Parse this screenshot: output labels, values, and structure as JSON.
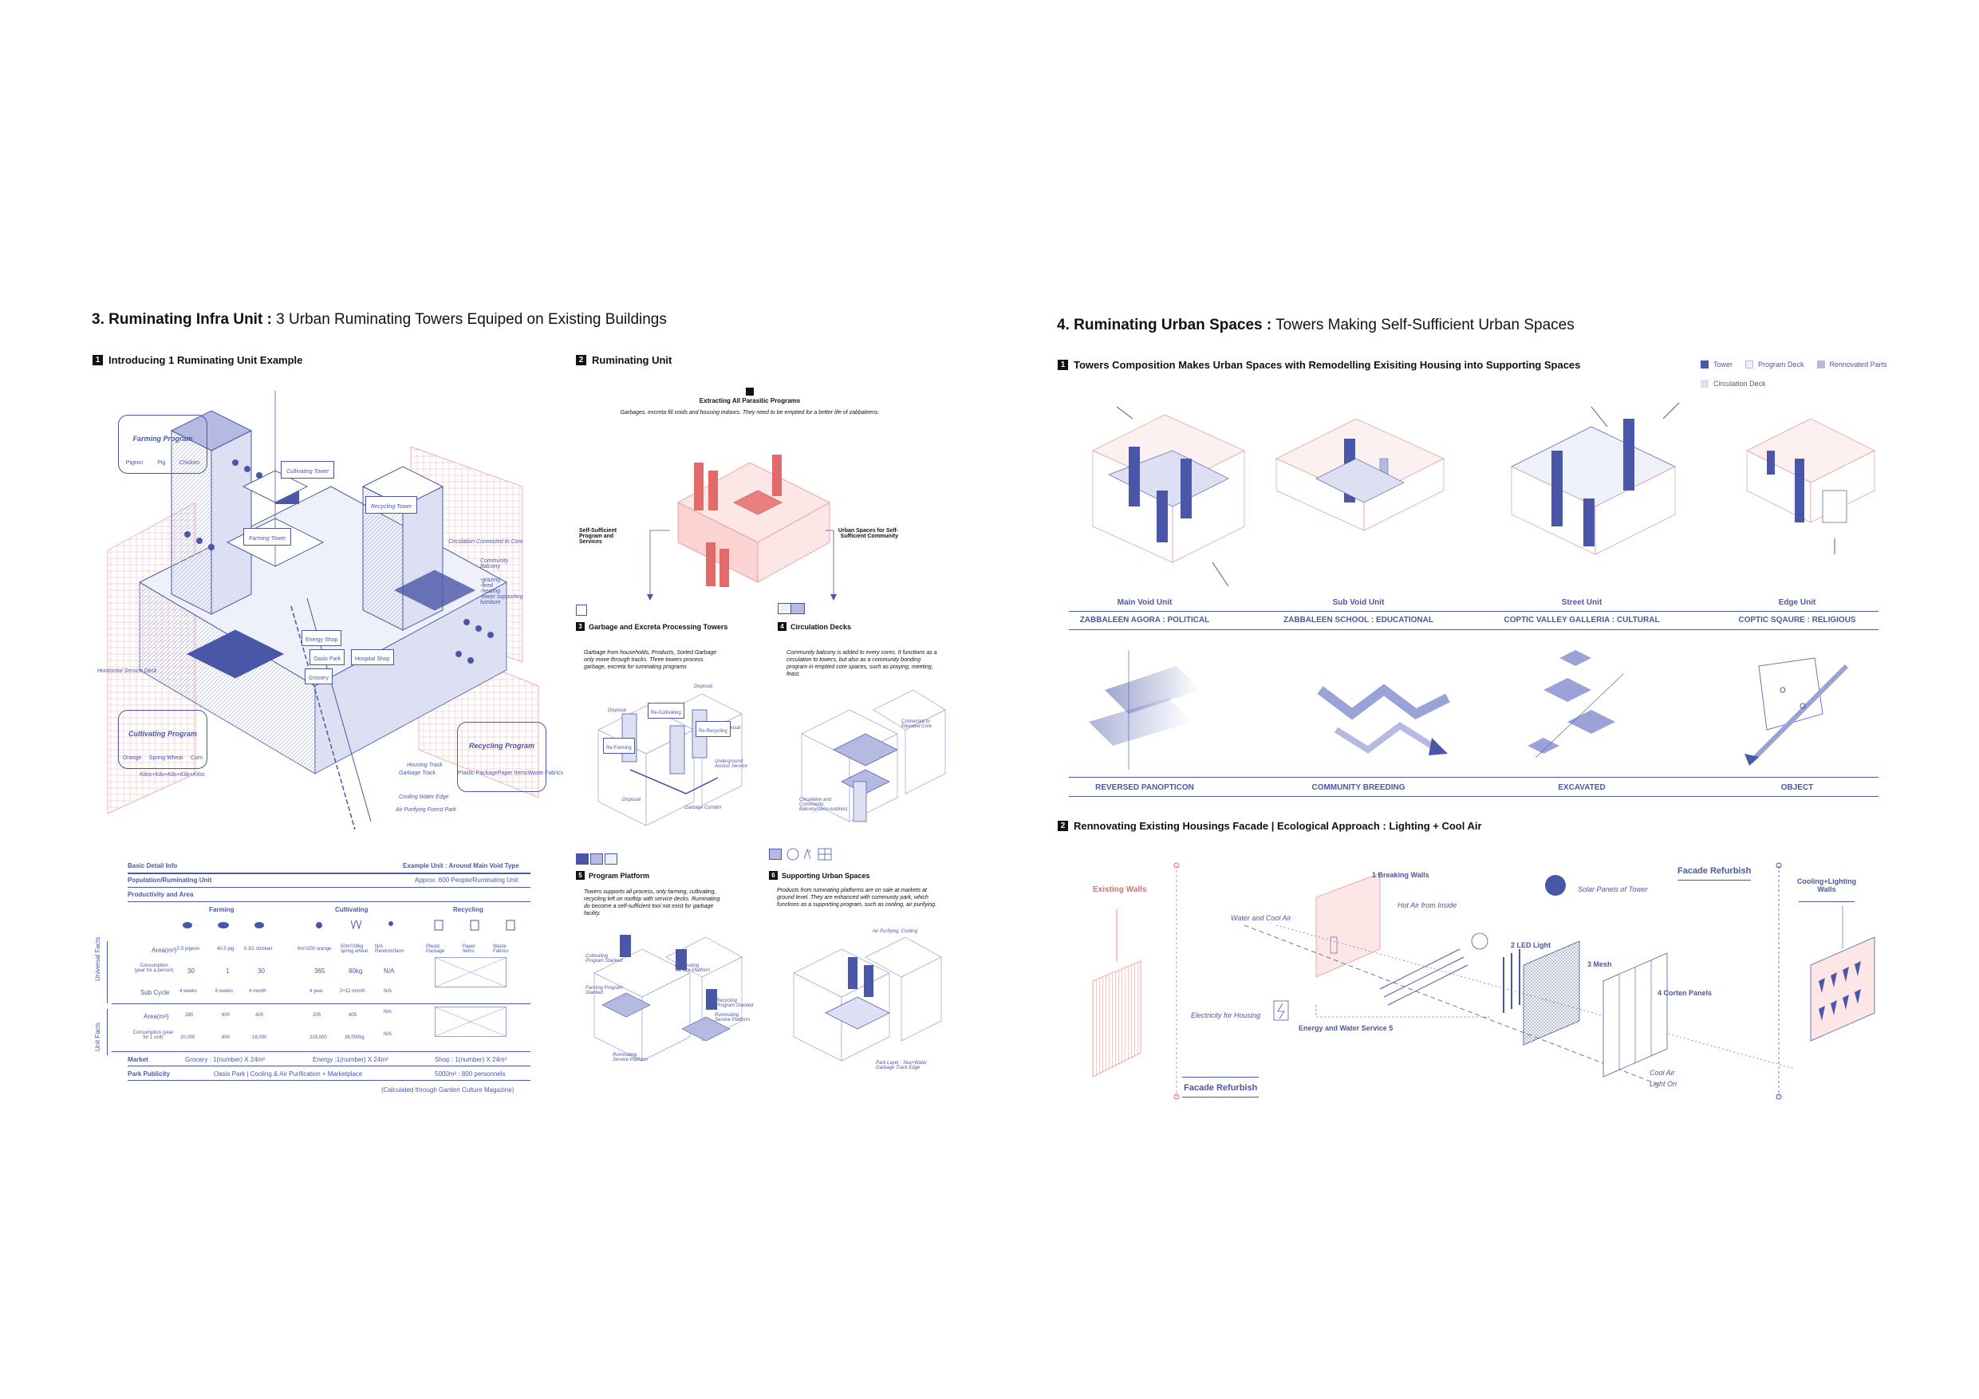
{
  "section3": {
    "title_bold": "3. Ruminating Infra Unit :",
    "title_rest": " 3 Urban Ruminating Towers Equiped on Existing Buildings",
    "sub1": {
      "num": "1",
      "label": "Introducing 1 Ruminating Unit Example"
    },
    "sub2": {
      "num": "2",
      "label": "Ruminating Unit"
    },
    "farming_program": {
      "title": "Farming Program",
      "items": [
        "Pigeon",
        "Pig",
        "Chicken"
      ]
    },
    "cultivating_program": {
      "title": "Cultivating Program",
      "items": [
        "Orange",
        "Spring Wheat",
        "Corn"
      ],
      "note": "Kilos+Kilo+Kilo+Kilo+Kilos"
    },
    "recycling_program": {
      "title": "Recycling Program",
      "items": [
        "Plastic Package",
        "Paper Items",
        "Waste Fabrics"
      ]
    },
    "tower_labels": {
      "cultivating": "Cultivating Tower",
      "recycling": "Recycling Tower",
      "farming": "Farming Tower"
    },
    "callouts": {
      "circulation": "Circulation Connected to Core",
      "community": "Community Balcony",
      "balcony_list": "-grazing\n-feed\n-heating\n-lower supporting furniture",
      "horizontal": "Horizontal Service Deck",
      "housing_track": "Housing Track",
      "garbage_track": "Garbage Track",
      "cooling_edge": "Cooling Water Edge",
      "air_forest": "Air Purifying Forest Park",
      "energy_shop": "Energy Shop",
      "oasis_park": "Oasis Park",
      "hospital": "Hospital Shop",
      "grocery": "Grocery"
    },
    "table": {
      "basic": "Basic Detail Info",
      "example": "Example Unit : Around Main Void Type",
      "population": "Population/Ruminating Unit",
      "population_val": "Approx. 600 People/Ruminating Unit",
      "productivity": "Productivity and Area",
      "col_farming": "Farming",
      "col_cultivating": "Cultivating",
      "col_recycling": "Recycling",
      "row_area": "Area(m²)",
      "area_vals": [
        "0.5 pigeon",
        "40.5 pig",
        "0.3/1 chicken",
        "6m²/200 orange",
        "50m²/28kg spring wheat",
        "N/A Random/farm",
        "Plastic Package",
        "Paper Items",
        "Waste Fabrics"
      ],
      "row_consumption": "Consumption (year for a person)",
      "consumption_vals": [
        "30",
        "1",
        "30",
        "365",
        "80kg",
        "N/A"
      ],
      "row_cycle": "Sub Cycle",
      "cycle_vals": [
        "4 weeks",
        "6 weeks",
        "4 month",
        "4 year",
        "2+12 month",
        "N/A"
      ],
      "row_area2": "Area(m²)",
      "area2_vals": [
        "280",
        "600",
        "400",
        "205",
        "405",
        "N/A"
      ],
      "row_consumption2": "Consumption (year for 1 unit)",
      "consumption2_vals": [
        "20,000",
        "600",
        "18,000",
        "219,000",
        "36,000kg",
        "N/A"
      ],
      "side_universal": "Universal Facts",
      "side_unit": "Unit Facts",
      "market": "Market",
      "market_grocery": "Grocery : 1(number) X 24m²",
      "market_energy": "Energy :1(number) X 24m²",
      "market_shop": "Shop : 1(number) X 24m²",
      "park": "Park Publicity",
      "park_val": "Oasis Park | Cooling & Air Purification + Marketplace",
      "park_area": "5000m² : 800 personnels",
      "footnote": "(Calculated through Garden Culture Magazine)"
    },
    "ru": {
      "extract_title": "Extracting All Parasitic Programs",
      "extract_desc": "Garbages, excreta fill voids and housing indoors. They need to be emptied for a better life of zabbaleens.",
      "left_label": "Self-Sufficient Program and Services",
      "right_label": "Urban Spaces for Self-Sufficient Community",
      "p3": {
        "num": "3",
        "title": "Garbage and Excreta Processing Towers",
        "desc": "Garbage from households, Products, Sorted Garbage only move through tracks. Three towers process garbage, excreta for ruminating programs"
      },
      "p4": {
        "num": "4",
        "title": "Circulation Decks",
        "desc": "Community balcony is added to every cores. It functions as a circulation to towers, but also as a community bonding program in emptied core spaces, such as praying, meeting, feast."
      },
      "p5": {
        "num": "5",
        "title": "Program Platform",
        "desc": "Towers supports all process, only farming, cultivating, recycling left on rooftop with service decks. Ruminating do become a self-sufficient tool not exist for garbage facility."
      },
      "p6": {
        "num": "6",
        "title": "Supporting Urban Spaces",
        "desc": "Products from ruminating platforms are on sale at markets at ground level. They are enhanced with community park, which functions as a supporting program, such as cooling, air purifying."
      },
      "small_labels": {
        "disposal": "Disposal",
        "recycling": "Re-Recycling",
        "cultivating": "Re-Cultivating",
        "farming": "Re-Farming",
        "underground": "Underground Access Service",
        "garbage_corridor": "Garbage Corridor",
        "connected": "Connected to Elevated Core",
        "circulation": "Circulation and Community Balcony(semi-outdoor)",
        "cultivating_program": "Cultivating Program Stacked",
        "ruminating_service": "Ruminating Service Platform",
        "farming_program": "Farming Program Stacked",
        "recycling_program": "Recycling Program Stacked",
        "air_purify": "Air Purifying, Cooling",
        "park_layer": "Park Layer : Sea+Water Garbage Track Edge"
      }
    }
  },
  "section4": {
    "title_bold": "4. Ruminating Urban Spaces :",
    "title_rest": " Towers Making Self-Sufficient Urban Spaces",
    "sub1": {
      "num": "1",
      "label": "Towers Composition Makes Urban Spaces with Remodelling Exisiting Housing into Supporting Spaces"
    },
    "legend": [
      {
        "label": "Tower",
        "color": "#4a57a8"
      },
      {
        "label": "Program Deck",
        "color": "#eef0fa"
      },
      {
        "label": "Rennovated Parts",
        "color": "#b5bbe0"
      },
      {
        "label": "Circulation Deck",
        "color": "#dde0f2"
      }
    ],
    "units": [
      {
        "name": "Main Void Unit",
        "type": "ZABBALEEN AGORA : POLITICAL",
        "concept": "REVERSED PANOPTICON"
      },
      {
        "name": "Sub Void Unit",
        "type": "ZABBALEEN SCHOOL : EDUCATIONAL",
        "concept": "COMMUNITY BREEDING"
      },
      {
        "name": "Street Unit",
        "type": "COPTIC VALLEY GALLERIA : CULTURAL",
        "concept": "EXCAVATED"
      },
      {
        "name": "Edge Unit",
        "type": "COPTIC SQAURE : RELIGIOUS",
        "concept": "OBJECT"
      }
    ],
    "sub2": {
      "num": "2",
      "label": "Rennovating Existing Housings Facade  |  Ecological Approach : Lighting + Cool Air"
    },
    "facade": {
      "existing_walls": "Existing Walls",
      "breaking_walls": "Breaking Walls",
      "breaking_num": "1",
      "water_cool": "Water and Cool Air",
      "hot_air": "Hot Air from Inside",
      "solar": "Solar Panels of Tower",
      "led": "LED Light",
      "led_num": "2",
      "mesh": "Mesh",
      "mesh_num": "3",
      "corten": "Corten Panels",
      "corten_num": "4",
      "electricity": "Electricity for Housing",
      "energy_water": "Energy and Water Service",
      "energy_num": "5",
      "cool_air": "Cool Air",
      "light_on": "Light On",
      "facade_refurbish_top": "Facade Refurbish",
      "facade_refurbish_bottom": "Facade Refurbish",
      "cooling_lighting": "Cooling+Lighting Walls"
    }
  }
}
